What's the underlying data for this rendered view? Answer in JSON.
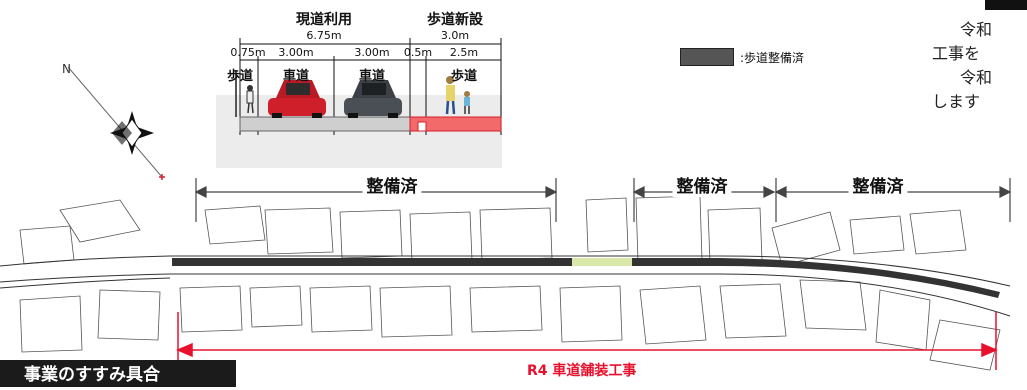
{
  "cross_section": {
    "existing_road_label": "現道利用",
    "existing_road_width": "6.75m",
    "new_sidewalk_label": "歩道新設",
    "new_sidewalk_width": "3.0m",
    "widths": [
      "0.75m",
      "3.00m",
      "3.00m",
      "0.5m",
      "2.5m"
    ],
    "lane_labels": [
      "歩道",
      "車道",
      "車道",
      "歩道"
    ]
  },
  "legend": {
    "label": ":歩道整備済",
    "swatch_color": "#555555"
  },
  "right_note": {
    "lines": [
      "令和",
      "工事を",
      "令和",
      "します"
    ]
  },
  "sections": {
    "labels": [
      "整備済",
      "整備済",
      "整備済"
    ]
  },
  "construction": {
    "label": "R4 車道舗装工事",
    "color": "#e8112d"
  },
  "status_badge": {
    "label": "事業のすすみ具合"
  },
  "colors": {
    "new_sidewalk": "#f26a6a",
    "completed_road": "#333333",
    "car_red": "#cf1f2a",
    "car_gray": "#4a4f55"
  }
}
